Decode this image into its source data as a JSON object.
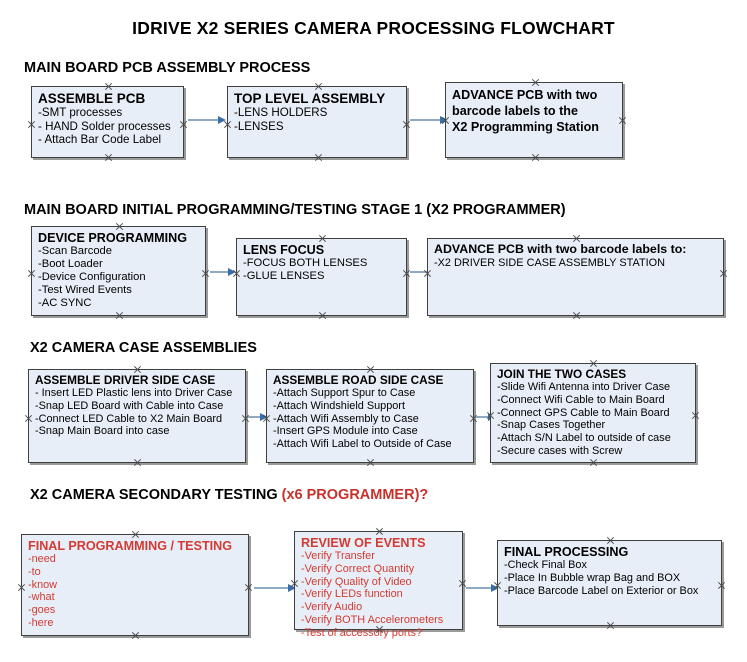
{
  "document": {
    "title": "IDRIVE X2  SERIES CAMERA PROCESSING FLOWCHART"
  },
  "sections": [
    {
      "id": "main-board-pcb-assembly",
      "heading": "MAIN BOARD PCB ASSEMBLY PROCESS",
      "heading_accent": ""
    },
    {
      "id": "main-board-initial-programming",
      "heading": "MAIN BOARD INITIAL PROGRAMMING/TESTING STAGE 1 (X2 PROGRAMMER)",
      "heading_accent": ""
    },
    {
      "id": "x2-camera-case-assemblies",
      "heading": "X2 CAMERA CASE ASSEMBLIES",
      "heading_accent": ""
    },
    {
      "id": "x2-camera-secondary-testing",
      "heading": "X2 CAMERA SECONDARY TESTING ",
      "heading_accent": "(x6 PROGRAMMER)?"
    }
  ],
  "nodes": {
    "assemble_pcb": {
      "title": "ASSEMBLE PCB",
      "lines": [
        "-SMT processes",
        "- HAND Solder processes",
        "- Attach Bar Code Label"
      ]
    },
    "top_level_assembly": {
      "title": "TOP LEVEL ASSEMBLY",
      "lines": [
        "-LENS HOLDERS",
        "-LENSES"
      ]
    },
    "advance_pcb_station": {
      "title": "",
      "lines": [
        "ADVANCE PCB with two",
        "barcode labels to the",
        "X2 Programming Station"
      ]
    },
    "device_programming": {
      "title": "DEVICE PROGRAMMING",
      "lines": [
        "-Scan Barcode",
        "-Boot Loader",
        "-Device Configuration",
        "-Test Wired Events",
        "-AC SYNC"
      ]
    },
    "lens_focus": {
      "title": "LENS FOCUS",
      "lines": [
        "-FOCUS BOTH LENSES",
        "-GLUE LENSES"
      ]
    },
    "advance_pcb_driver_side": {
      "title": "ADVANCE PCB with two barcode labels to:",
      "lines": [
        "-X2 DRIVER  SIDE  CASE  ASSEMBLY STATION"
      ]
    },
    "assemble_driver_side_case": {
      "title": "ASSEMBLE DRIVER SIDE CASE",
      "lines": [
        "- Insert LED Plastic lens into Driver Case",
        "-Snap LED Board with Cable into Case",
        "-Connect LED Cable to X2 Main Board",
        "-Snap Main Board into case"
      ]
    },
    "assemble_road_side_case": {
      "title": "ASSEMBLE ROAD SIDE CASE",
      "lines": [
        "-Attach Support Spur to Case",
        "-Attach Windshield Support",
        "-Attach Wifi Assembly to Case",
        "-Insert GPS Module into Case",
        "-Attach Wifi Label to Outside of Case"
      ]
    },
    "join_the_two_cases": {
      "title": "JOIN THE TWO CASES",
      "lines": [
        "-Slide Wifi Antenna into Driver Case",
        "-Connect Wifi Cable to Main Board",
        "-Connect GPS Cable to Main Board",
        "-Snap Cases Together",
        "-Attach S/N Label to outside of case",
        "-Secure cases with Screw"
      ]
    },
    "final_programming_testing": {
      "title": "FINAL PROGRAMMING / TESTING",
      "lines": [
        "-need",
        "-to",
        "-know",
        "-what",
        "-goes",
        "-here"
      ]
    },
    "review_of_events": {
      "title": "REVIEW OF EVENTS",
      "lines": [
        "-Verify Transfer",
        "-Verify Correct Quantity",
        "-Verify Quality of Video",
        "-Verify LEDs function",
        "-Verify Audio",
        "-Verify BOTH Accelerometers",
        "-Test of accessory ports?"
      ]
    },
    "final_processing": {
      "title": "FINAL PROCESSING",
      "lines": [
        "-Check Final Box",
        "-Place In Bubble wrap Bag and BOX",
        "-Place Barcode Label on Exterior or Box"
      ]
    }
  },
  "colors": {
    "node_fill": "#e8eef7",
    "node_border": "#3f3f3f",
    "node_shadow": "#9a9a9a",
    "arrow_shaft": "#8ea9c4",
    "arrow_head": "#3a6ea8",
    "text": "#000000",
    "accent_red": "#d33b32",
    "background": "#ffffff"
  }
}
